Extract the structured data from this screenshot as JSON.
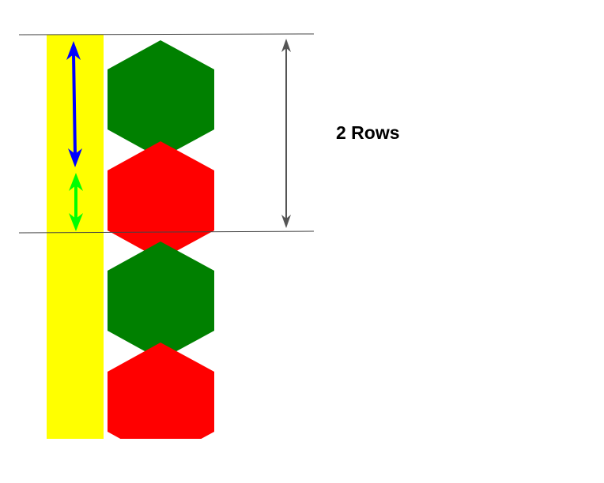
{
  "label": "2 Rows",
  "colors": {
    "background": "#ffffff",
    "column_fill": "#ffff00",
    "hexagon_a": "#008000",
    "hexagon_b": "#ff0000",
    "arrow_primary": "#0000ff",
    "arrow_secondary": "#00ff00",
    "dimension_arrow": "#555555",
    "guide_line": "#444444"
  },
  "hexagon_sequence": [
    "hexagon_a",
    "hexagon_b",
    "hexagon_a",
    "hexagon_b"
  ],
  "dimension": {
    "row_count": 2
  }
}
